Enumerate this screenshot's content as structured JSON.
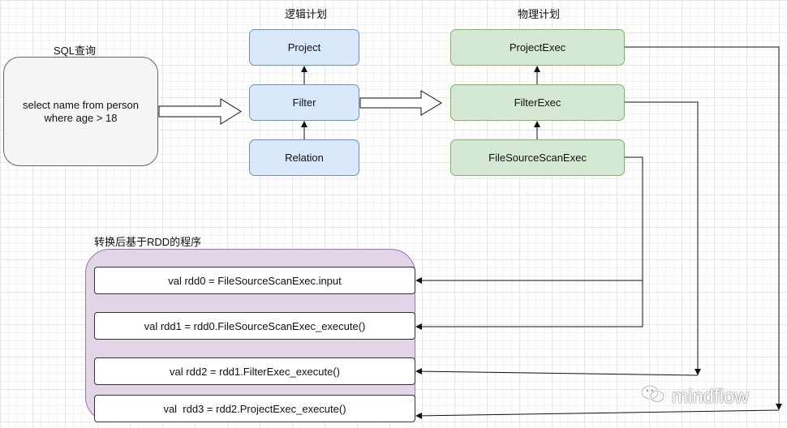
{
  "sql": {
    "title": "SQL查询",
    "line1": "select  name from person",
    "line2": "where age > 18"
  },
  "logical_plan": {
    "title": "逻辑计划",
    "nodes": [
      "Project",
      "Filter",
      "Relation"
    ]
  },
  "physical_plan": {
    "title": "物理计划",
    "nodes": [
      "ProjectExec",
      "FilterExec",
      "FileSourceScanExec"
    ]
  },
  "rdd_program": {
    "title": "转换后基于RDD的程序",
    "lines": [
      "val rdd0 = FileSourceScanExec.input",
      "val rdd1 = rdd0.FileSourceScanExec_execute()",
      "val rdd2 = rdd1.FilterExec_execute()",
      "val  rdd3 = rdd2.ProjectExec_execute()"
    ]
  },
  "watermark": {
    "text": "mindflow",
    "icon": "wechat-icon"
  },
  "colors": {
    "logical_fill": "#dae8fc",
    "logical_stroke": "#6c8ebf",
    "physical_fill": "#d5e8d4",
    "physical_stroke": "#82b366",
    "rdd_fill": "#e1d5e7",
    "rdd_stroke": "#9673a6",
    "sql_fill": "#f5f5f5"
  }
}
